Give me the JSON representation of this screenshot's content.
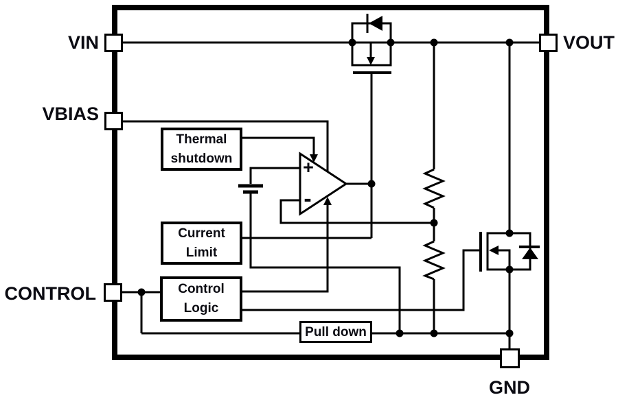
{
  "colors": {
    "line": "#000000",
    "text": "#0b0b12",
    "background": "#ffffff"
  },
  "pins": {
    "vin": {
      "label": "VIN"
    },
    "vbias": {
      "label": "VBIAS"
    },
    "control": {
      "label": "CONTROL"
    },
    "vout": {
      "label": "VOUT"
    },
    "gnd": {
      "label": "GND"
    }
  },
  "blocks": {
    "thermal_shutdown": {
      "line1": "Thermal",
      "line2": "shutdown"
    },
    "current_limit": {
      "line1": "Current",
      "line2": "Limit"
    },
    "control_logic": {
      "line1": "Control",
      "line2": "Logic"
    },
    "pull_down": {
      "label": "Pull down"
    }
  },
  "opamp": {
    "plus_label": "+",
    "minus_label": "-"
  }
}
